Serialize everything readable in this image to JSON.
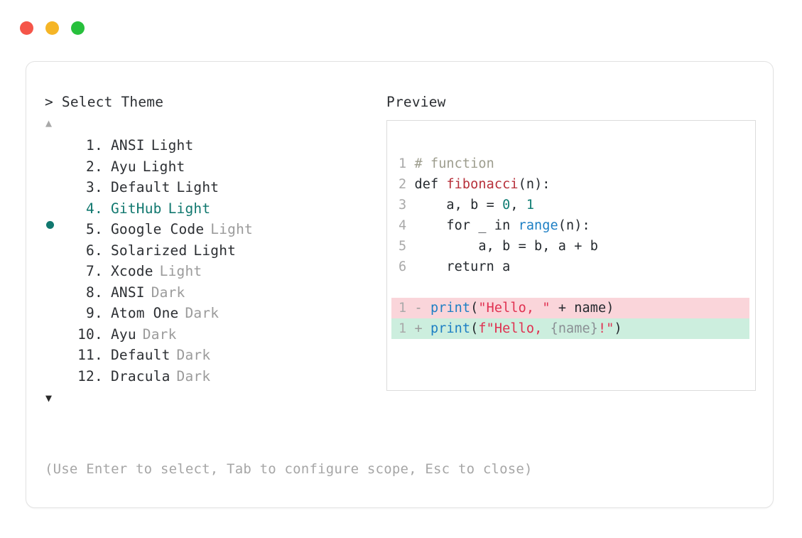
{
  "window": {
    "traffic_lights": [
      {
        "name": "close",
        "color": "#f55549"
      },
      {
        "name": "minimize",
        "color": "#f5b526"
      },
      {
        "name": "maximize",
        "color": "#27c03c"
      }
    ]
  },
  "prompt": {
    "marker": ">",
    "title": "Select Theme",
    "scroll_up": "▲",
    "scroll_down": "▼",
    "selected_index": 4,
    "bullet": "●"
  },
  "themes": [
    {
      "index": "1",
      "dot": ".",
      "name": "ANSI",
      "suffix": "Light",
      "suffix_dim": false,
      "selected": false
    },
    {
      "index": "2",
      "dot": ".",
      "name": "Ayu",
      "suffix": "Light",
      "suffix_dim": false,
      "selected": false
    },
    {
      "index": "3",
      "dot": ".",
      "name": "Default",
      "suffix": "Light",
      "suffix_dim": false,
      "selected": false
    },
    {
      "index": "4",
      "dot": ".",
      "name": "GitHub",
      "suffix": "Light",
      "suffix_dim": false,
      "selected": true
    },
    {
      "index": "5",
      "dot": ".",
      "name": "Google Code",
      "suffix": "Light",
      "suffix_dim": true,
      "selected": false
    },
    {
      "index": "6",
      "dot": ".",
      "name": "Solarized",
      "suffix": "Light",
      "suffix_dim": false,
      "selected": false
    },
    {
      "index": "7",
      "dot": ".",
      "name": "Xcode",
      "suffix": "Light",
      "suffix_dim": true,
      "selected": false
    },
    {
      "index": "8",
      "dot": ".",
      "name": "ANSI",
      "suffix": "Dark",
      "suffix_dim": true,
      "selected": false
    },
    {
      "index": "9",
      "dot": ".",
      "name": "Atom One",
      "suffix": "Dark",
      "suffix_dim": true,
      "selected": false
    },
    {
      "index": "10",
      "dot": ".",
      "name": "Ayu",
      "suffix": "Dark",
      "suffix_dim": true,
      "selected": false
    },
    {
      "index": "11",
      "dot": ".",
      "name": "Default",
      "suffix": "Dark",
      "suffix_dim": true,
      "selected": false
    },
    {
      "index": "12",
      "dot": ".",
      "name": "Dracula",
      "suffix": "Dark",
      "suffix_dim": true,
      "selected": false
    }
  ],
  "preview": {
    "title": "Preview",
    "code_lines": [
      {
        "ln": "1",
        "tokens": [
          {
            "t": "# function",
            "c": "comment"
          }
        ]
      },
      {
        "ln": "2",
        "tokens": [
          {
            "t": "def ",
            "c": "plain"
          },
          {
            "t": "fibonacci",
            "c": "func"
          },
          {
            "t": "(n):",
            "c": "plain"
          }
        ]
      },
      {
        "ln": "3",
        "tokens": [
          {
            "t": "    a, b = ",
            "c": "plain"
          },
          {
            "t": "0",
            "c": "num"
          },
          {
            "t": ", ",
            "c": "plain"
          },
          {
            "t": "1",
            "c": "num"
          }
        ]
      },
      {
        "ln": "4",
        "tokens": [
          {
            "t": "    for _ in ",
            "c": "plain"
          },
          {
            "t": "range",
            "c": "builtin"
          },
          {
            "t": "(n):",
            "c": "plain"
          }
        ]
      },
      {
        "ln": "5",
        "tokens": [
          {
            "t": "        a, b = b, a + b",
            "c": "plain"
          }
        ]
      },
      {
        "ln": "6",
        "tokens": [
          {
            "t": "    return a",
            "c": "plain"
          }
        ]
      }
    ],
    "diff_lines": [
      {
        "ln": "1",
        "kind": "del",
        "marker": "-",
        "tokens": [
          {
            "t": "print",
            "c": "builtin"
          },
          {
            "t": "(",
            "c": "plain"
          },
          {
            "t": "\"Hello, \"",
            "c": "str"
          },
          {
            "t": " + name)",
            "c": "plain"
          }
        ]
      },
      {
        "ln": "1",
        "kind": "add",
        "marker": "+",
        "tokens": [
          {
            "t": "print",
            "c": "builtin"
          },
          {
            "t": "(",
            "c": "plain"
          },
          {
            "t": "f\"Hello, ",
            "c": "str"
          },
          {
            "t": "{name}",
            "c": "dim"
          },
          {
            "t": "!\"",
            "c": "str"
          },
          {
            "t": ")",
            "c": "plain"
          }
        ]
      }
    ]
  },
  "footer": {
    "hint": "(Use Enter to select, Tab to configure scope, Esc to close)"
  },
  "colors": {
    "accent": "#11786f",
    "text": "#2c2f33",
    "dim": "#9b9b9b",
    "diff_del_bg": "#fad5da",
    "diff_add_bg": "#cceede",
    "border": "#e2e2e2"
  }
}
